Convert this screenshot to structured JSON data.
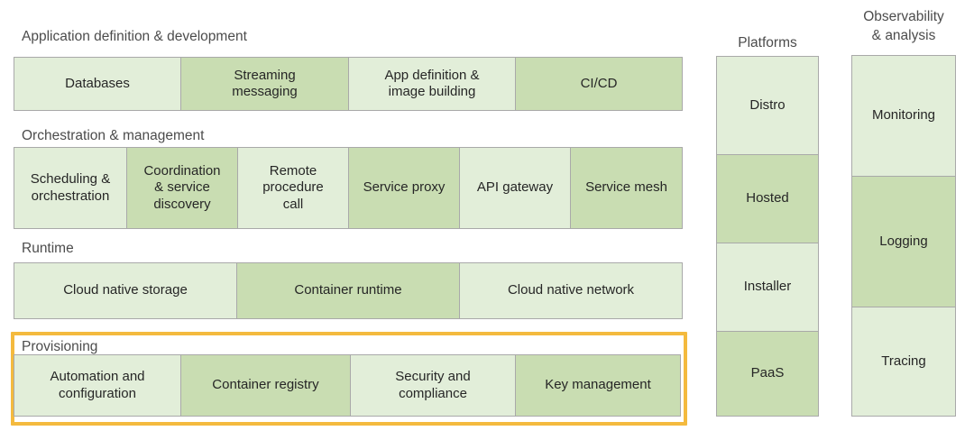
{
  "colors": {
    "cell_light": "#e2eed9",
    "cell_dark": "#c9ddb2",
    "cell_border": "#a9a9a9",
    "highlight_border": "#f4ba3e",
    "section_label_text": "#4c4c4c",
    "cell_text": "#262626"
  },
  "sections": [
    {
      "label": "Application definition & development",
      "cells": [
        {
          "label": "Databases",
          "tone": "light"
        },
        {
          "label": "Streaming messaging",
          "tone": "dark"
        },
        {
          "label": "App definition & image building",
          "tone": "light"
        },
        {
          "label": "CI/CD",
          "tone": "dark"
        }
      ]
    },
    {
      "label": "Orchestration & management",
      "cells": [
        {
          "label": "Scheduling & orchestration",
          "tone": "light"
        },
        {
          "label": "Coordination & service discovery",
          "tone": "dark"
        },
        {
          "label": "Remote procedure call",
          "tone": "light"
        },
        {
          "label": "Service proxy",
          "tone": "dark"
        },
        {
          "label": "API gateway",
          "tone": "light"
        },
        {
          "label": "Service mesh",
          "tone": "dark"
        }
      ]
    },
    {
      "label": "Runtime",
      "cells": [
        {
          "label": "Cloud native storage",
          "tone": "light"
        },
        {
          "label": "Container runtime",
          "tone": "dark"
        },
        {
          "label": "Cloud native network",
          "tone": "light"
        }
      ]
    },
    {
      "label": "Provisioning",
      "highlighted": true,
      "cells": [
        {
          "label": "Automation and configuration",
          "tone": "light"
        },
        {
          "label": "Container registry",
          "tone": "dark"
        },
        {
          "label": "Security and compliance",
          "tone": "light"
        },
        {
          "label": "Key management",
          "tone": "dark"
        }
      ]
    }
  ],
  "columns": [
    {
      "label": "Platforms",
      "label_lines": [
        "Platforms",
        ""
      ],
      "cells": [
        {
          "label": "Distro",
          "tone": "light"
        },
        {
          "label": "Hosted",
          "tone": "dark"
        },
        {
          "label": "Installer",
          "tone": "light"
        },
        {
          "label": "PaaS",
          "tone": "dark"
        }
      ]
    },
    {
      "label": "Observability & analysis",
      "label_lines": [
        "Observability",
        "& analysis"
      ],
      "cells": [
        {
          "label": "Monitoring",
          "tone": "light"
        },
        {
          "label": "Logging",
          "tone": "dark"
        },
        {
          "label": "Tracing",
          "tone": "light"
        }
      ]
    }
  ]
}
